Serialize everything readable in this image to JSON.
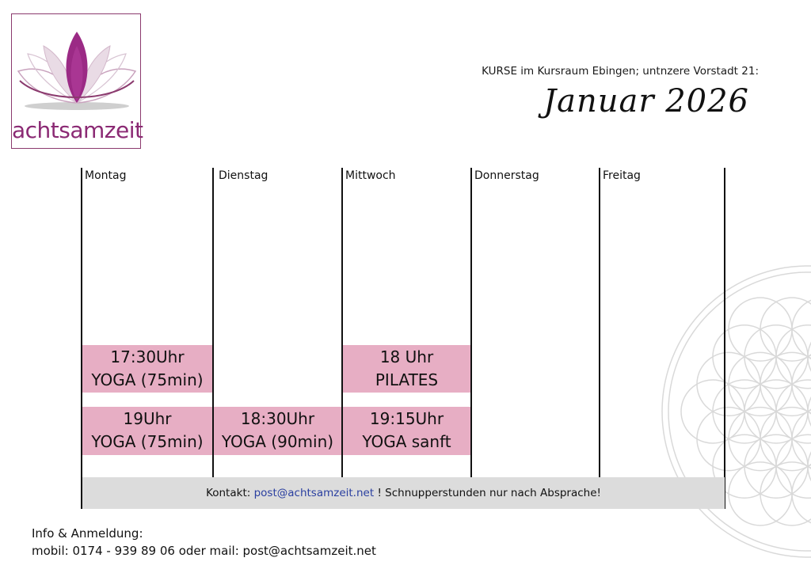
{
  "logo": {
    "text": "achtsamzeit"
  },
  "header": {
    "subtitle": "KURSE im Kursraum Ebingen; untnzere Vorstadt 21:",
    "month": "Januar 2026"
  },
  "days": [
    "Montag",
    "Dienstag",
    "Mittwoch",
    "Donnerstag",
    "Freitag"
  ],
  "courses": [
    {
      "time": "17:30Uhr",
      "name": "YOGA (75min)"
    },
    {
      "time": "18 Uhr",
      "name": "PILATES"
    },
    {
      "time": "19Uhr",
      "name": "YOGA (75min)"
    },
    {
      "time": "18:30Uhr",
      "name": "YOGA (90min)"
    },
    {
      "time": "19:15Uhr",
      "name": "YOGA sanft"
    }
  ],
  "contact": {
    "label": "Kontakt:",
    "email": "post@achtsamzeit.net",
    "note": "! Schnupperstunden nur nach Absprache!"
  },
  "footer": {
    "line1": "Info & Anmeldung:",
    "line2": "mobil: 0174 - 939 89 06 oder mail: post@achtsamzeit.net"
  },
  "colors": {
    "course_bg": "#e7aec4",
    "brand_purple": "#8b2a74",
    "contact_bg": "#dcdcdc",
    "link": "#2a3fa0"
  }
}
